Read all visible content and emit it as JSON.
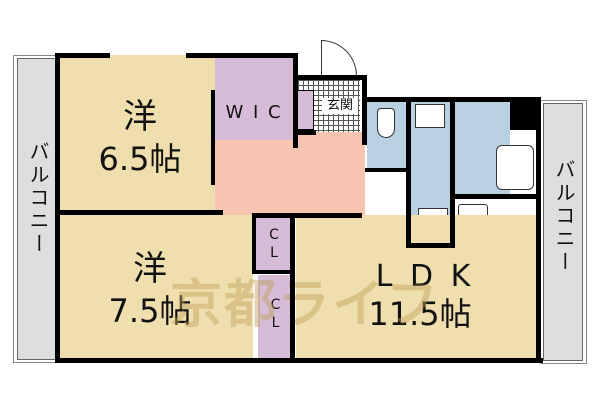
{
  "floor_plan": {
    "colors": {
      "western_room": "#f0dfae",
      "closet": "#d6bcd6",
      "hallway": "#f6c4b0",
      "wet_area": "#b8d0e0",
      "balcony": "#dedede",
      "wall": "#000000",
      "watermark": "#c8a860"
    },
    "rooms": {
      "western_room_1": {
        "type": "洋",
        "size": "6.5帖"
      },
      "western_room_2": {
        "type": "洋",
        "size": "7.5帖"
      },
      "wic": {
        "label": "W I C"
      },
      "entrance": {
        "label": "玄関"
      },
      "closet_1": {
        "label_c": "C",
        "label_l": "L"
      },
      "closet_2": {
        "label_c": "C",
        "label_l": "L"
      },
      "ldk": {
        "type": "L D K",
        "size": "11.5帖"
      }
    },
    "balconies": {
      "left": "バルコニー",
      "right": "バルコニー"
    },
    "watermark": "京都ライフ"
  }
}
